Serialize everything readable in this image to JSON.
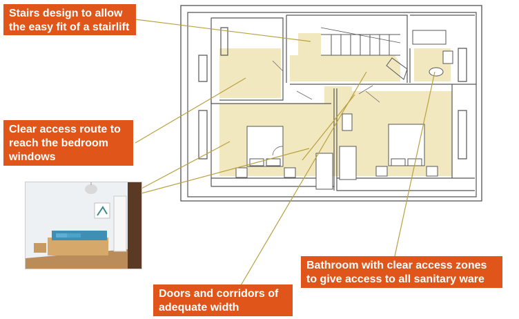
{
  "callouts": {
    "stairs": {
      "lines": [
        "Stairs design to allow",
        "the easy fit of a stairlift"
      ]
    },
    "windows": {
      "lines": [
        "Clear access route to",
        "reach the bedroom",
        "windows"
      ]
    },
    "bathroom": {
      "lines": [
        "Bathroom with clear access zones",
        "to give access to all sanitary ware"
      ]
    },
    "doors": {
      "lines": [
        "Doors and corridors of",
        "adequate width"
      ]
    }
  },
  "colors": {
    "callout_bg": "#e0561a",
    "callout_text": "#ffffff",
    "leader_line": "#b8a040",
    "clear_zone": "#f1e8bf",
    "wall": "#555555"
  },
  "photo": {
    "subject": "bedroom-photo"
  }
}
